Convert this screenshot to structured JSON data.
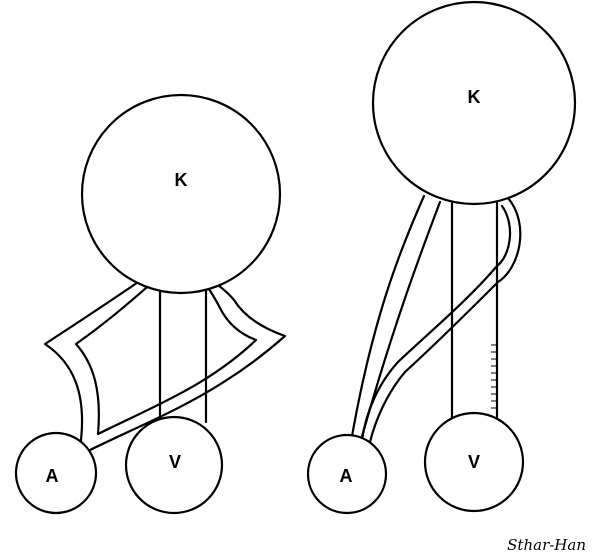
{
  "diagrams": [
    {
      "nodes": {
        "top": "K",
        "bottom_left": "A",
        "bottom_right": "V"
      }
    },
    {
      "nodes": {
        "top": "K",
        "bottom_left": "A",
        "bottom_right": "V"
      }
    }
  ],
  "signature": "Sthar-Han",
  "colors": {
    "stroke": "#000000",
    "background": "#ffffff"
  }
}
